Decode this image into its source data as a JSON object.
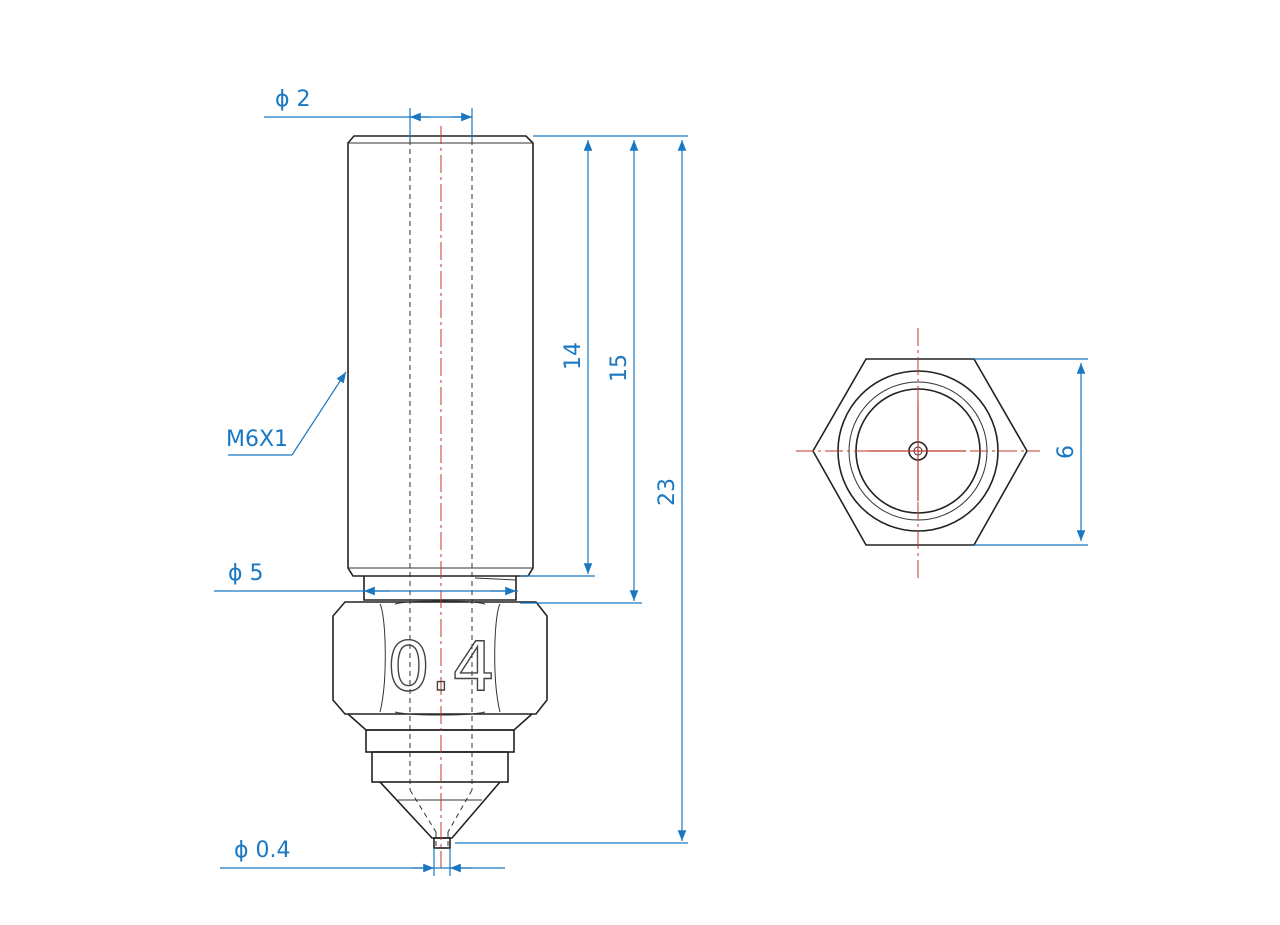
{
  "dimensions": {
    "tube_diameter": "ϕ 2",
    "hex_thread_diameter": "ϕ 5",
    "nozzle_diameter": "ϕ 0.4",
    "thread_spec": "M6X1",
    "length_thread": "14",
    "length_to_hex": "15",
    "length_total": "23",
    "hex_width": "6"
  },
  "nozzle_marking": "0.4",
  "colors": {
    "dimension": "#1a78c2",
    "centerline": "#c0392b",
    "outline": "#222222"
  }
}
